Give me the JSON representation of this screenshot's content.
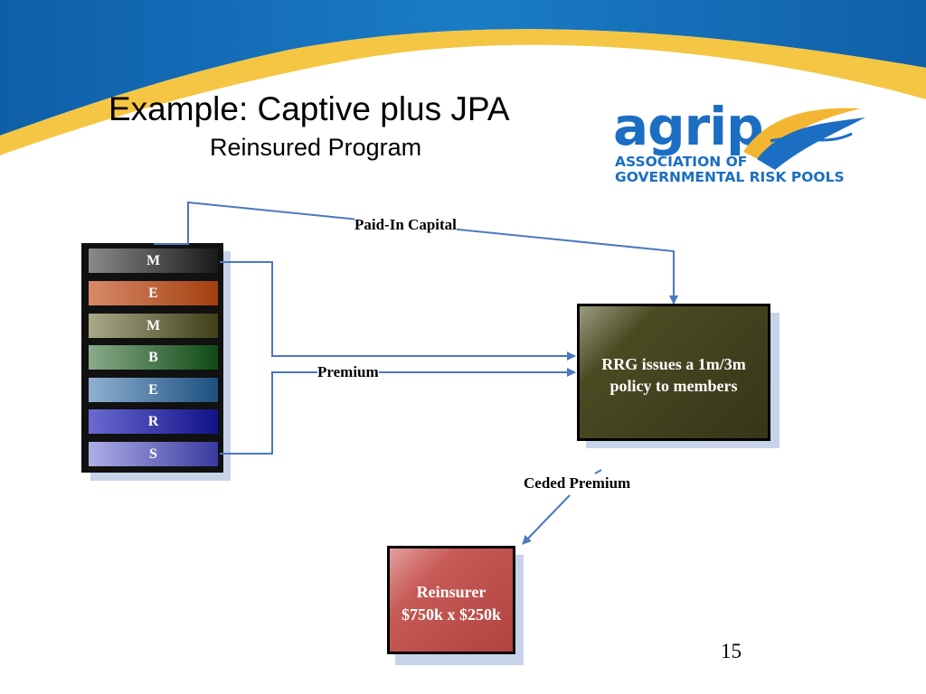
{
  "slide": {
    "title": "Example: Captive plus JPA",
    "subtitle": "Reinsured Program",
    "page_number": "15"
  },
  "logo": {
    "wordmark": "agrip",
    "line1": "ASSOCIATION OF",
    "line2": "GOVERNMENTAL RISK POOLS"
  },
  "diagram": {
    "member_letters": [
      "M",
      "E",
      "M",
      "B",
      "E",
      "R",
      "S"
    ],
    "rrg_box": "RRG issues a 1m/3m policy to members",
    "reinsurer_box_line1": "Reinsurer",
    "reinsurer_box_line2": "$750k x $250k",
    "arrow_labels": {
      "paid_in_capital": "Paid-In Capital",
      "premium": "Premium",
      "ceded_premium": "Ceded Premium"
    }
  },
  "colors": {
    "banner_blue": "#1572b8",
    "banner_gold": "#f3c23c",
    "arrow": "#4a78c0",
    "logo_blue": "#1b6ec2",
    "rrg_fill": "#3a3a18",
    "reinsurer_fill": "#c0504d"
  }
}
